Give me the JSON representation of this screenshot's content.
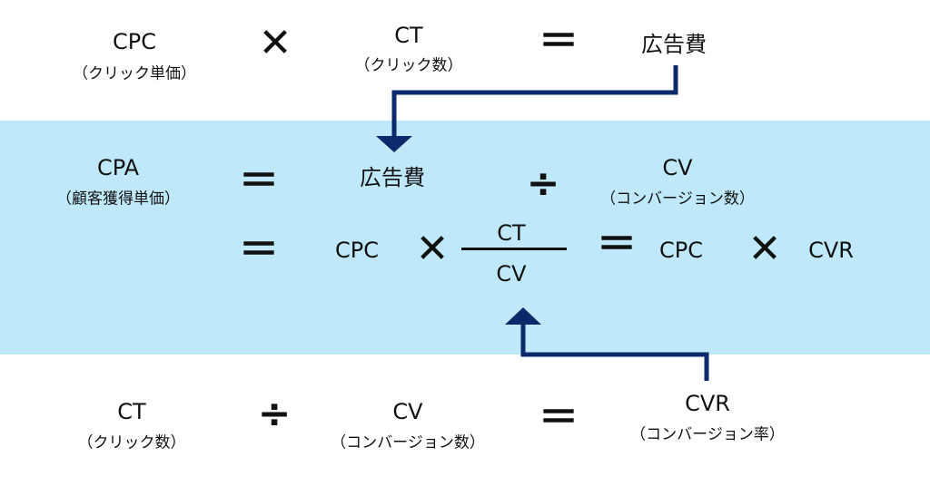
{
  "colors": {
    "band": "#bfe9fb",
    "arrow": "#0b2a6b",
    "text": "#111111"
  },
  "row1": {
    "cpc": "CPC",
    "cpc_sub": "（クリック単価）",
    "times": "✕",
    "ct": "CT",
    "ct_sub": "（クリック数）",
    "equals": "＝",
    "ad_cost": "広告費"
  },
  "row2": {
    "cpa": "CPA",
    "cpa_sub": "（顧客獲得単価）",
    "equals": "＝",
    "ad_cost": "広告費",
    "divide": "÷",
    "cv": "CV",
    "cv_sub": "（コンバージョン数）"
  },
  "row3": {
    "equals1": "＝",
    "cpc": "CPC",
    "times1": "✕",
    "frac_num": "CT",
    "frac_den": "CV",
    "equals2": "＝",
    "cpc2": "CPC",
    "times2": "✕",
    "cvr": "CVR"
  },
  "row4": {
    "ct": "CT",
    "ct_sub": "（クリック数）",
    "divide": "÷",
    "cv": "CV",
    "cv_sub": "（コンバージョン数）",
    "equals": "＝",
    "cvr": "CVR",
    "cvr_sub": "（コンバージョン率）"
  }
}
